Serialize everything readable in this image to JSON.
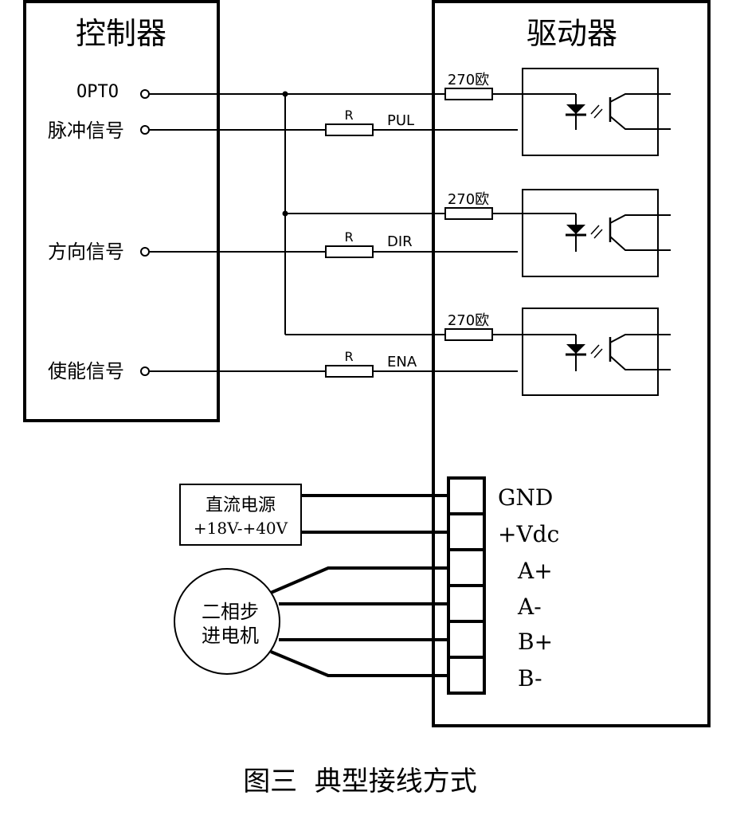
{
  "controller": {
    "title": "控制器",
    "signals": [
      {
        "label": "OPTO"
      },
      {
        "label": "脉冲信号"
      },
      {
        "label": "方向信号"
      },
      {
        "label": "使能信号"
      }
    ]
  },
  "driver": {
    "title": "驱动器",
    "channels": [
      {
        "resistor_label": "270欧",
        "line_label": "PUL",
        "r_label": "R"
      },
      {
        "resistor_label": "270欧",
        "line_label": "DIR",
        "r_label": "R"
      },
      {
        "resistor_label": "270欧",
        "line_label": "ENA",
        "r_label": "R"
      }
    ],
    "terminals": [
      "GND",
      "+Vdc",
      "A+",
      "A-",
      "B+",
      "B-"
    ]
  },
  "power_supply": {
    "line1": "直流电源",
    "line2": "+18V-+40V"
  },
  "motor": {
    "line1": "二相步",
    "line2": "进电机"
  },
  "caption": "图三  典型接线方式",
  "colors": {
    "line": "#000000",
    "background": "#ffffff"
  }
}
